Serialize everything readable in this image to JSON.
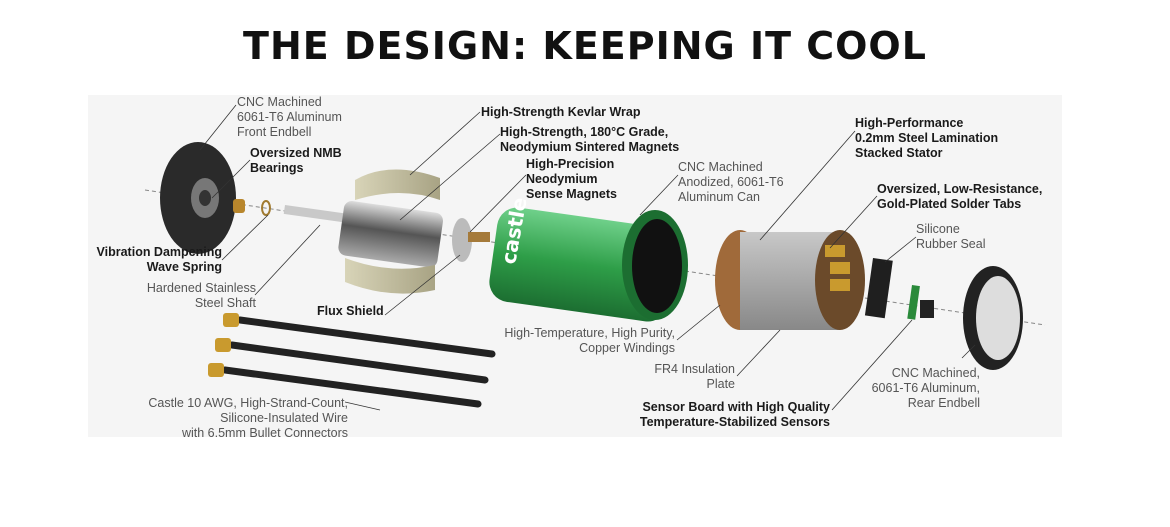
{
  "title": "THE DESIGN: KEEPING IT COOL",
  "labels": {
    "front_endbell": [
      "CNC Machined",
      "6061-T6 Aluminum",
      "Front Endbell"
    ],
    "bearings": [
      "Oversized NMB",
      "Bearings"
    ],
    "wave_spring": [
      "Vibration Dampening",
      "Wave Spring"
    ],
    "shaft": [
      "Hardened Stainless",
      "Steel Shaft"
    ],
    "flux_shield": [
      "Flux Shield"
    ],
    "wire": [
      "Castle 10 AWG, High-Strand-Count,",
      "Silicone-Insulated Wire",
      "with 6.5mm Bullet Connectors"
    ],
    "kevlar": [
      "High-Strength Kevlar Wrap"
    ],
    "magnets": [
      "High-Strength, 180°C Grade,",
      "Neodymium Sintered Magnets"
    ],
    "sense_magnets": [
      "High-Precision",
      "Neodymium",
      "Sense Magnets"
    ],
    "can": [
      "CNC Machined",
      "Anodized, 6061-T6",
      "Aluminum Can"
    ],
    "stator": [
      "High-Performance",
      "0.2mm Steel Lamination",
      "Stacked Stator"
    ],
    "solder_tabs": [
      "Oversized, Low-Resistance,",
      "Gold-Plated Solder Tabs"
    ],
    "seal": [
      "Silicone",
      "Rubber Seal"
    ],
    "windings": [
      "High-Temperature, High Purity,",
      "Copper Windings"
    ],
    "fr4": [
      "FR4 Insulation",
      "Plate"
    ],
    "sensor_board": [
      "Sensor Board with High Quality",
      "Temperature-Stabilized Sensors"
    ],
    "rear_endbell": [
      "CNC Machined,",
      "6061-T6 Aluminum,",
      "Rear Endbell"
    ]
  },
  "logo_text": "castle",
  "colors": {
    "can_green": "#2e9e48",
    "gold": "#c99a2e",
    "wire": "#222222"
  }
}
